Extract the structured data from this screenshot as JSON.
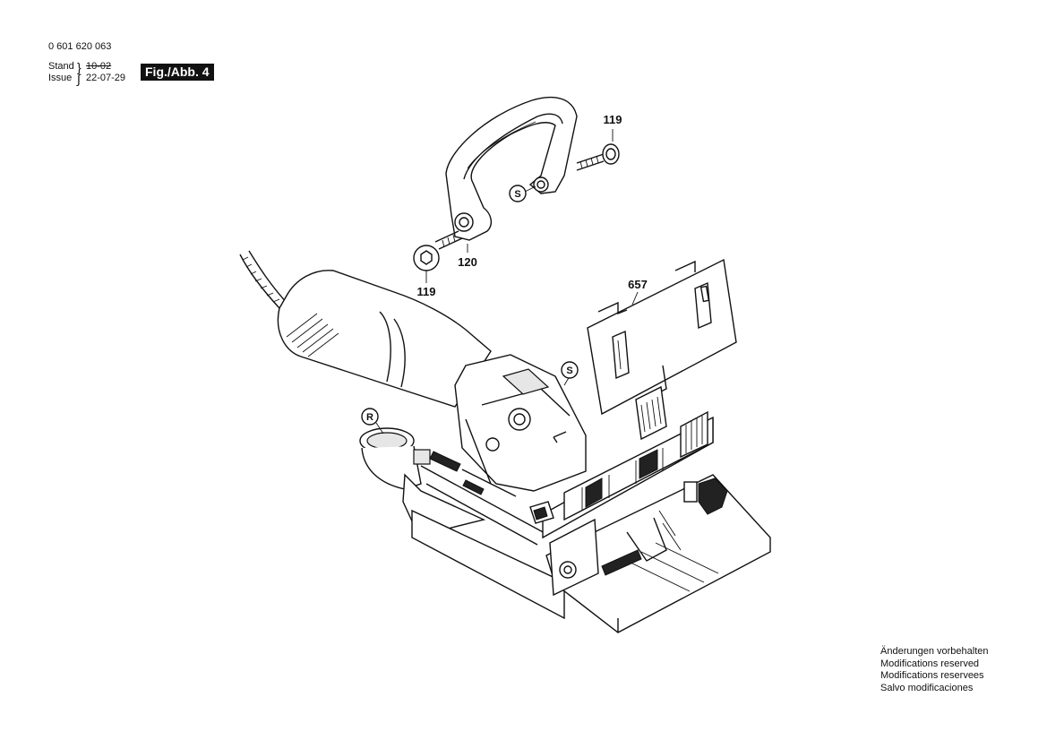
{
  "header": {
    "part_number": "0 601 620 063",
    "stand_label": "Stand",
    "issue_label": "Issue",
    "old_date": "10-02",
    "new_date": "22-07-29",
    "figure_label": "Fig./Abb. 4"
  },
  "callouts": {
    "screw_top": "119",
    "screw_left": "119",
    "handle": "120",
    "plate": "657"
  },
  "symbols": {
    "s_handle": "S",
    "s_tool": "S",
    "r_port": "R"
  },
  "modifications": [
    "Änderungen vorbehalten",
    "Modifications reserved",
    "Modifications reservees",
    "Salvo modificaciones"
  ]
}
